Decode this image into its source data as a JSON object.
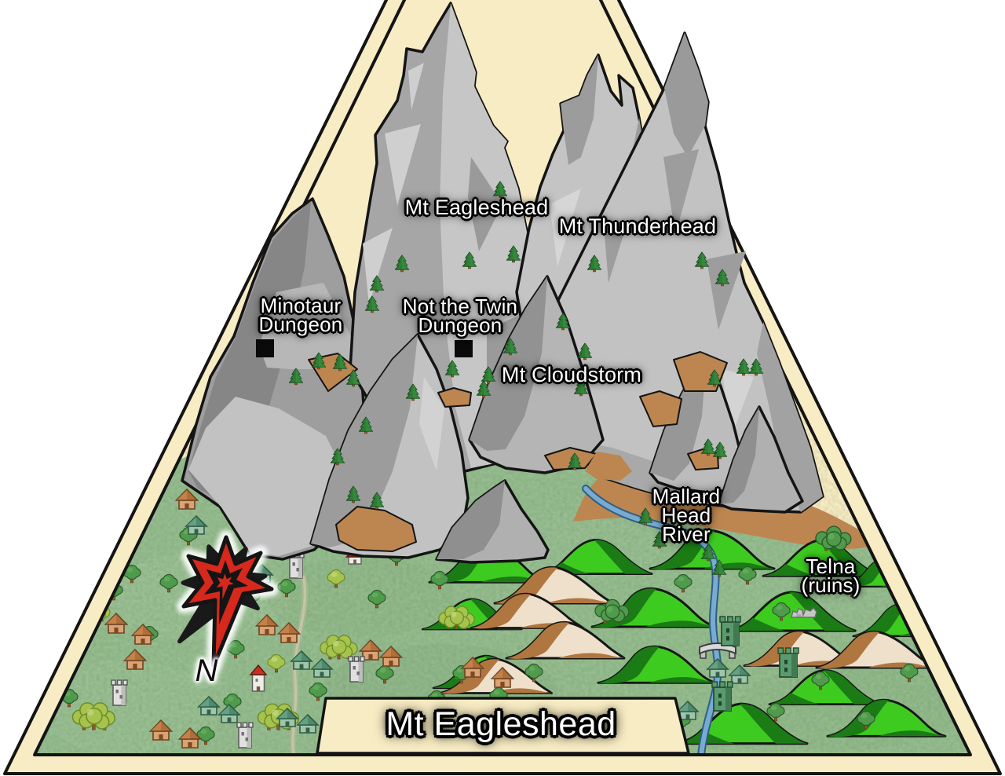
{
  "map": {
    "type": "fantasy-region-map",
    "title": "Mt Eagleshead",
    "compass": {
      "letter": "N",
      "style": "red-star-rose",
      "points_to": "bottom"
    },
    "labels": {
      "peak_eagleshead": "Mt Eagleshead",
      "peak_thunderhead": "Mt Thunderhead",
      "peak_cloudstorm": "Mt Cloudstorm",
      "dungeon_minotaur": {
        "line1": "Minotaur",
        "line2": "Dungeon"
      },
      "dungeon_twin": {
        "line1": "Not the Twin",
        "line2": "Dungeon"
      },
      "river": {
        "line1": "Mallard",
        "line2": "Head",
        "line3": "River"
      },
      "ruins": {
        "line1": "Telna",
        "line2": "(ruins)"
      }
    },
    "icons": {
      "dungeon_marker": "black-square",
      "compass_rose": "red-star",
      "conifer": "fir-tree",
      "deciduous": "round-tree",
      "settlement": "hut-and-tower",
      "crossing": "stone-bridge",
      "ruin_site": "broken-walls"
    },
    "colors": {
      "parchment": "#f8ecc4",
      "outline": "#141414",
      "grass": "#96bd8f",
      "hill_green": "#3ecb20",
      "hill_shadow": "#1b7c16",
      "sand_hill": "#eee0cb",
      "dirt": "#bd8650",
      "rock_light": "#c6c6c6",
      "rock_dark": "#8f8f8f",
      "river": "#79aad2",
      "compass_red": "#d6281c",
      "label_text": "#ffffff"
    }
  }
}
